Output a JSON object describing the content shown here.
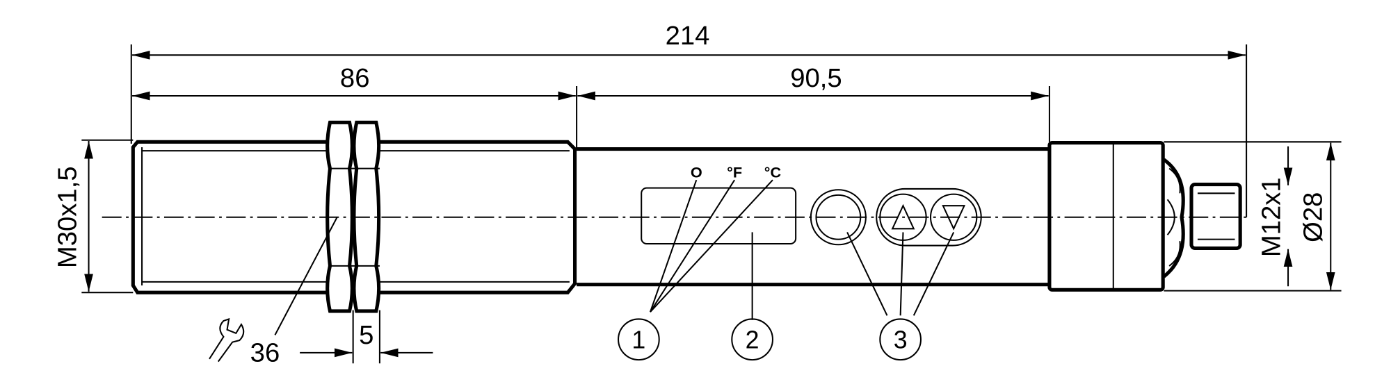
{
  "drawing": {
    "dimensions": {
      "overall_length": "214",
      "thread_length": "86",
      "body_length": "90,5",
      "thread_size": "M30x1,5",
      "connector_thread": "M12x1",
      "diameter": "Ø28",
      "wrench_size": "36",
      "nut_width": "5"
    },
    "display_symbols": {
      "switch_state": "O",
      "fahrenheit": "°F",
      "celsius": "°C"
    },
    "callouts": [
      {
        "number": "1"
      },
      {
        "number": "2"
      },
      {
        "number": "3"
      }
    ]
  }
}
